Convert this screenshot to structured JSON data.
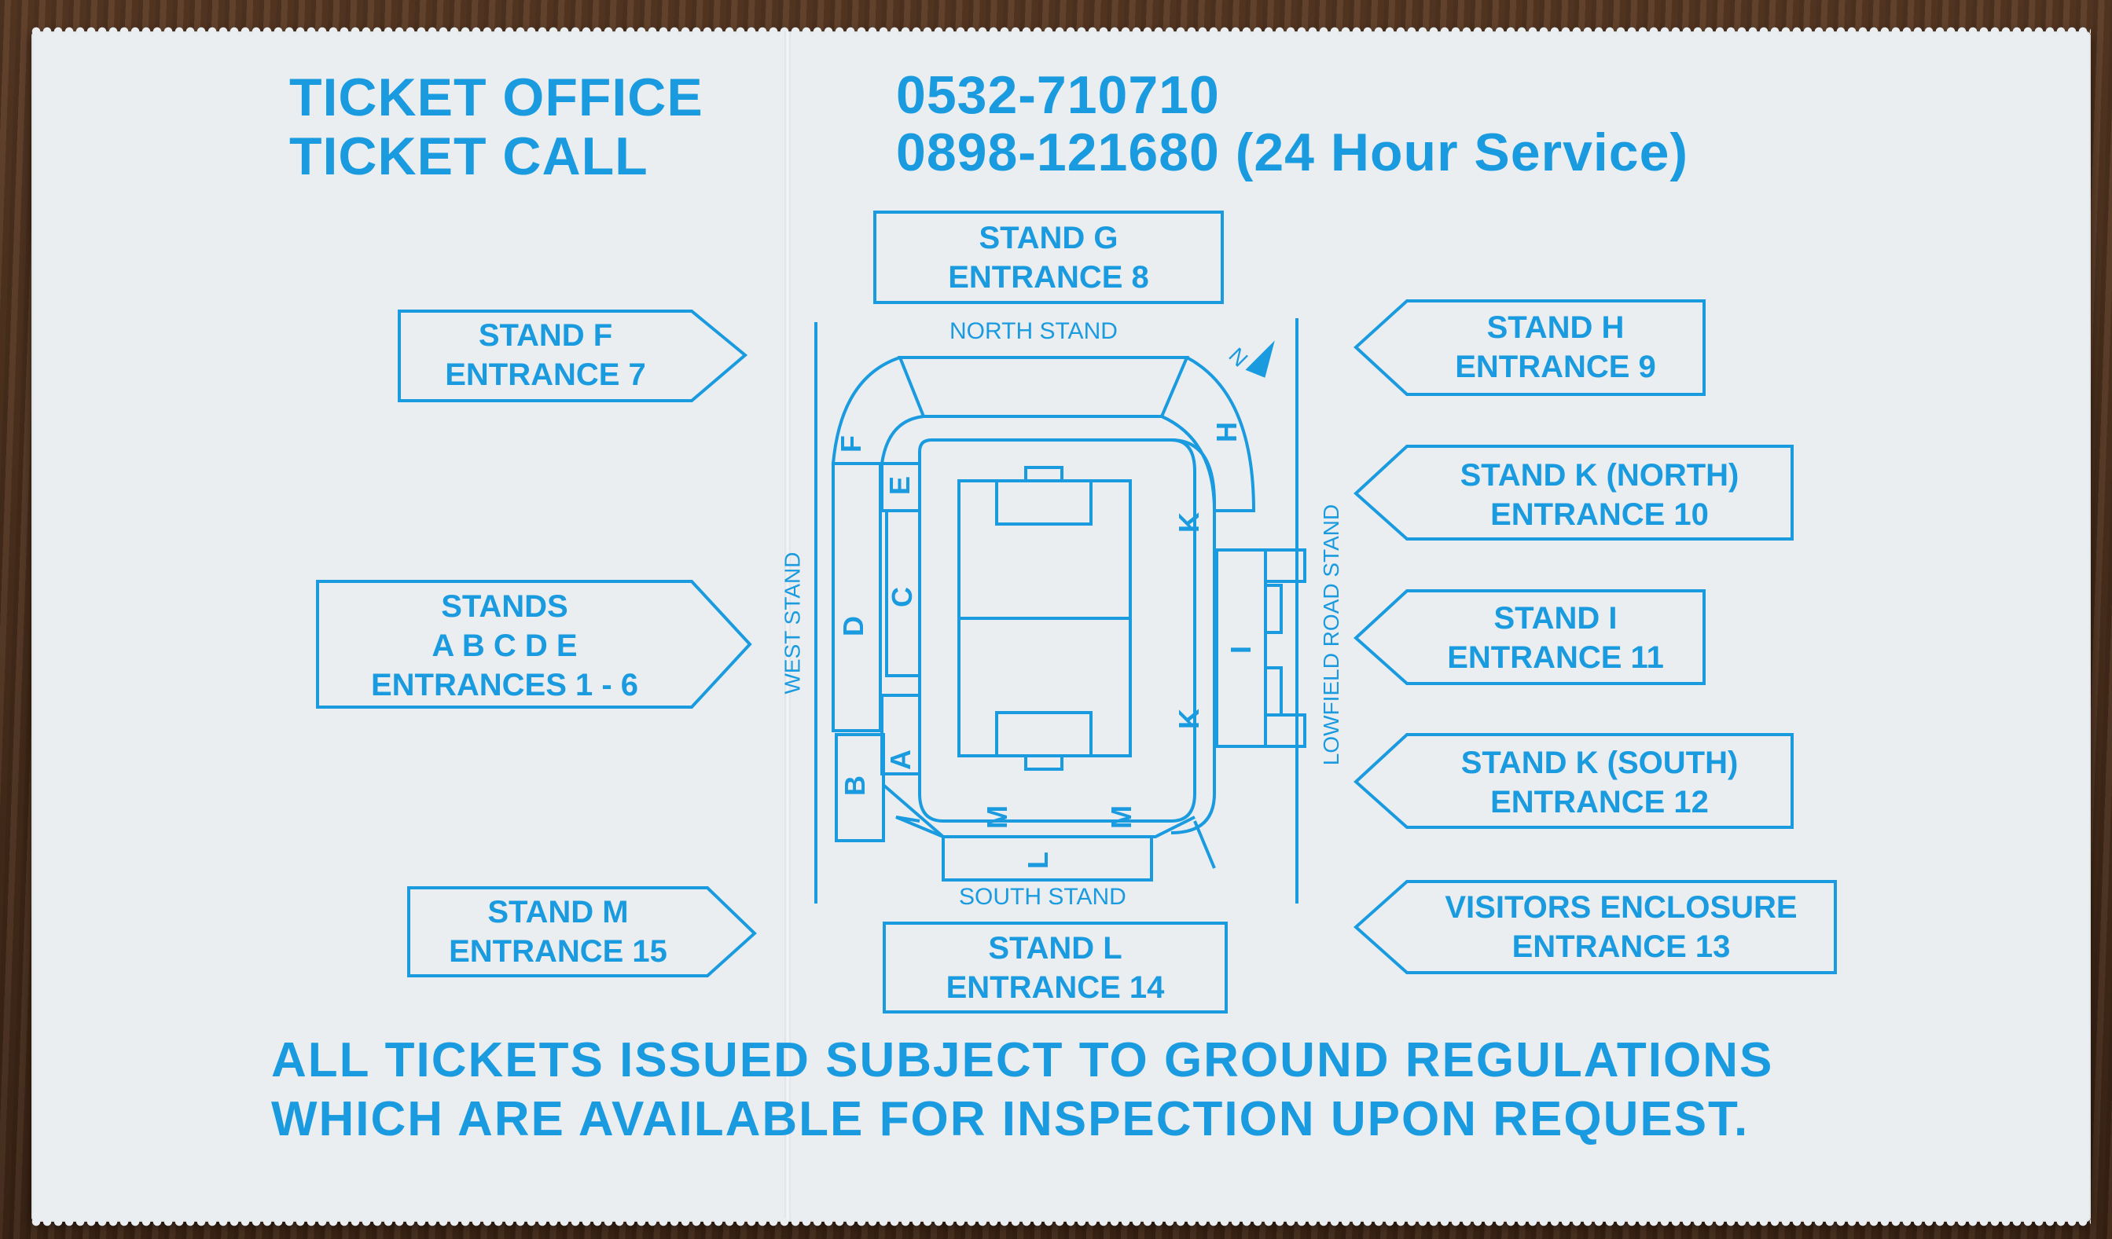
{
  "header": {
    "ticket_office_label": "TICKET OFFICE",
    "ticket_office_number": "0532-710710",
    "ticket_call_label": "TICKET CALL",
    "ticket_call_number": "0898-121680 (24 Hour Service)"
  },
  "stands": {
    "north": "NORTH STAND",
    "south": "SOUTH STAND",
    "west": "WEST STAND",
    "east": "LOWFIELD ROAD STAND"
  },
  "compass": "N",
  "section_letters": {
    "f": "F",
    "e": "E",
    "d": "D",
    "c": "C",
    "b": "B",
    "a": "A",
    "h": "H",
    "k1": "K",
    "k2": "K",
    "i": "I",
    "m1": "M",
    "m2": "M",
    "l": "L"
  },
  "boxes": {
    "stand_g": [
      "STAND G",
      "ENTRANCE 8"
    ],
    "stand_f": [
      "STAND F",
      "ENTRANCE 7"
    ],
    "stands_abcde": [
      "STANDS",
      "A B C D E",
      "ENTRANCES 1 - 6"
    ],
    "stand_m": [
      "STAND M",
      "ENTRANCE 15"
    ],
    "stand_l": [
      "STAND L",
      "ENTRANCE 14"
    ],
    "stand_h": [
      "STAND H",
      "ENTRANCE 9"
    ],
    "stand_k_north": [
      "STAND K (NORTH)",
      "ENTRANCE 10"
    ],
    "stand_i": [
      "STAND I",
      "ENTRANCE 11"
    ],
    "stand_k_south": [
      "STAND K (SOUTH)",
      "ENTRANCE 12"
    ],
    "visitors": [
      "VISITORS ENCLOSURE",
      "ENTRANCE 13"
    ]
  },
  "footer": {
    "line1": "ALL TICKETS ISSUED SUBJECT TO GROUND REGULATIONS",
    "line2": "WHICH ARE AVAILABLE FOR INSPECTION UPON REQUEST."
  },
  "colors": {
    "ink": "#1a9be0",
    "paper": "#eaeef1"
  }
}
